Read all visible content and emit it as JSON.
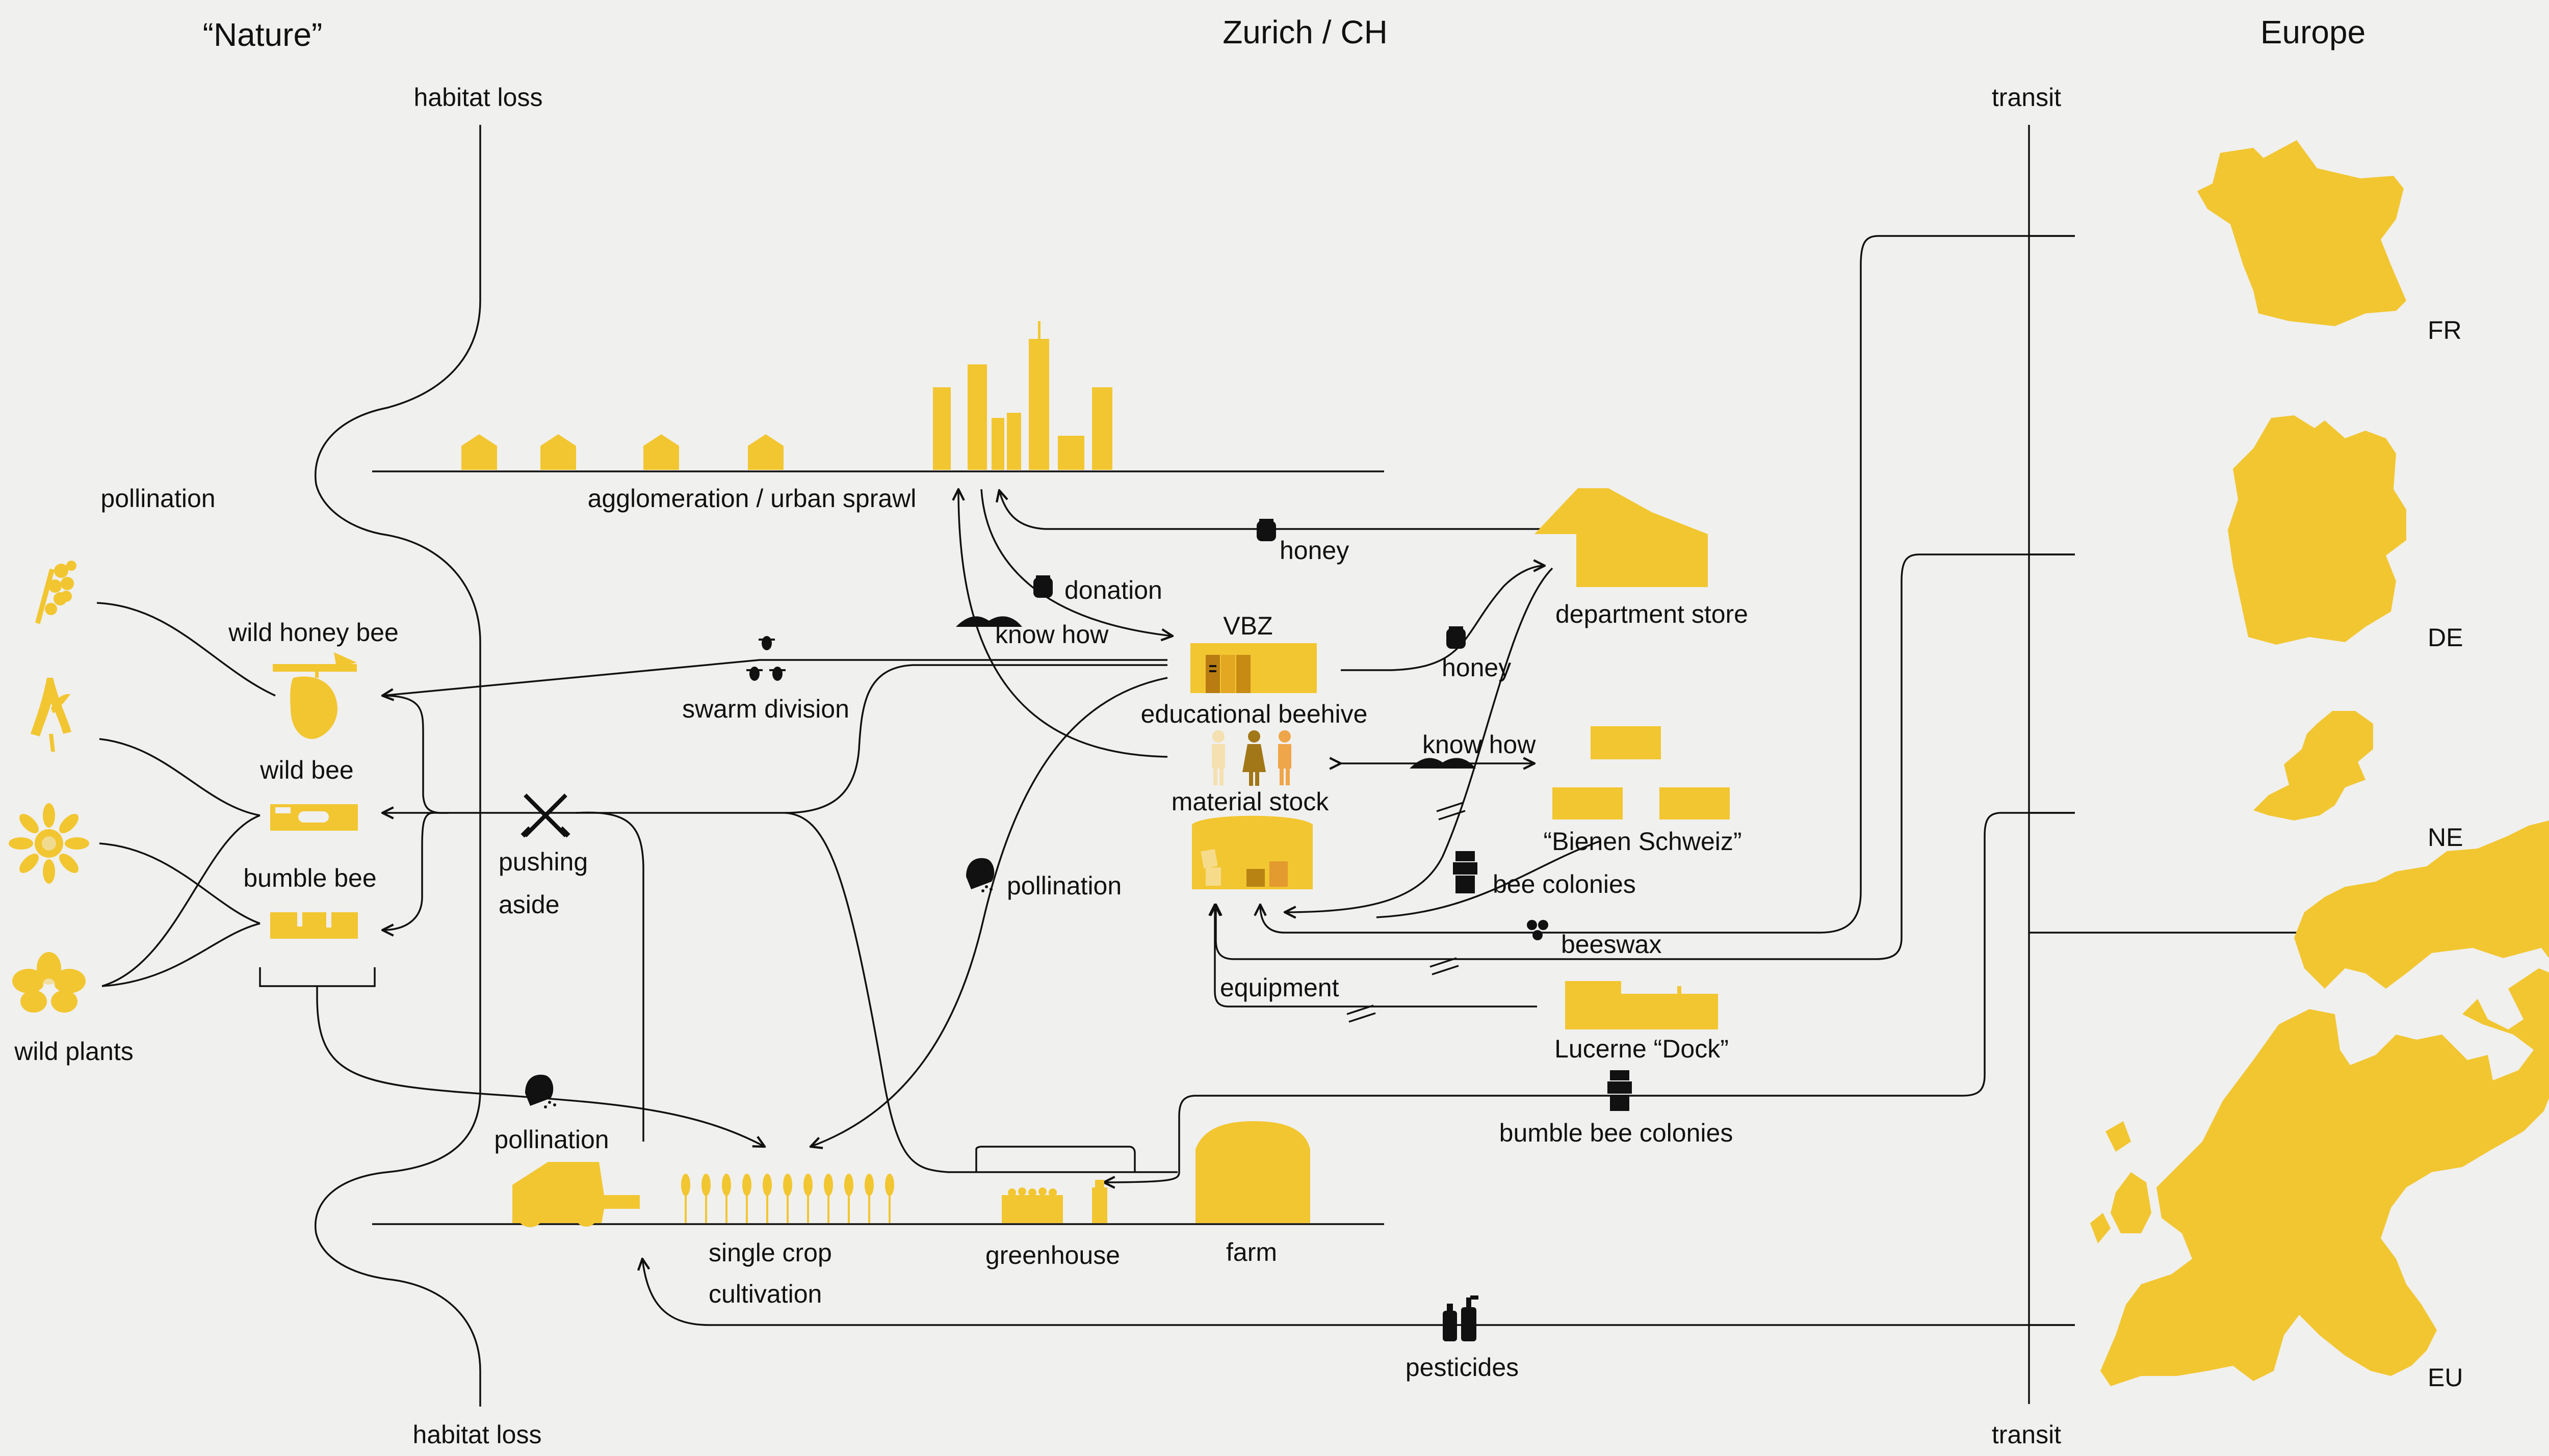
{
  "headers": {
    "nature": "“Nature”",
    "zurich": "Zurich / CH",
    "europe": "Europe"
  },
  "borders": {
    "habitat_top": "habitat loss",
    "habitat_bottom": "habitat loss",
    "transit_top": "transit",
    "transit_bottom": "transit"
  },
  "nature": {
    "pollination": "pollination",
    "wild_honey_bee": "wild honey bee",
    "wild_bee": "wild bee",
    "bumble_bee": "bumble bee",
    "wild_plants": "wild plants"
  },
  "city": {
    "agglomeration": "agglomeration / urban sprawl",
    "honey_top": "honey",
    "donation": "donation",
    "know_how_left": "know how",
    "vbz": "VBZ",
    "educational_beehive": "educational beehive",
    "material_stock": "material stock",
    "department_store": "department store",
    "honey_mid": "honey",
    "know_how_right": "know how",
    "bienen_schweiz": "“Bienen Schweiz”",
    "bee_colonies": "bee colonies",
    "beeswax": "beeswax",
    "equipment": "equipment",
    "lucerne_dock": "Lucerne “Dock”",
    "bumble_bee_colonies": "bumble bee colonies",
    "swarm_division": "swarm division",
    "pushing": "pushing",
    "aside": "aside",
    "pollination_mid": "pollination",
    "pollination_low": "pollination",
    "single_crop": "single crop",
    "cultivation": "cultivation",
    "greenhouse": "greenhouse",
    "farm": "farm",
    "pesticides": "pesticides"
  },
  "countries": {
    "fr": "FR",
    "de": "DE",
    "ne": "NE",
    "eu": "EU"
  },
  "icons": [
    "pollen-plant-icon",
    "grass-plant-icon",
    "sunflower-icon",
    "orchid-icon",
    "beehive-icon",
    "wild-bee-nest-icon",
    "bumble-bee-nest-icon",
    "house-icon",
    "skyscraper-icon",
    "department-store-icon",
    "honey-jar-icon",
    "book-icon",
    "swarm-icon",
    "crossed-swords-icon",
    "bee-icon",
    "people-icon",
    "material-stock-icon",
    "tractor-icon",
    "wheat-icon",
    "greenhouse-icon",
    "barn-icon",
    "pesticide-bottle-icon",
    "bee-colony-box-icon"
  ],
  "colors": {
    "background": "#f0f0ef",
    "accent": "#f2c631",
    "ink": "#111111"
  }
}
